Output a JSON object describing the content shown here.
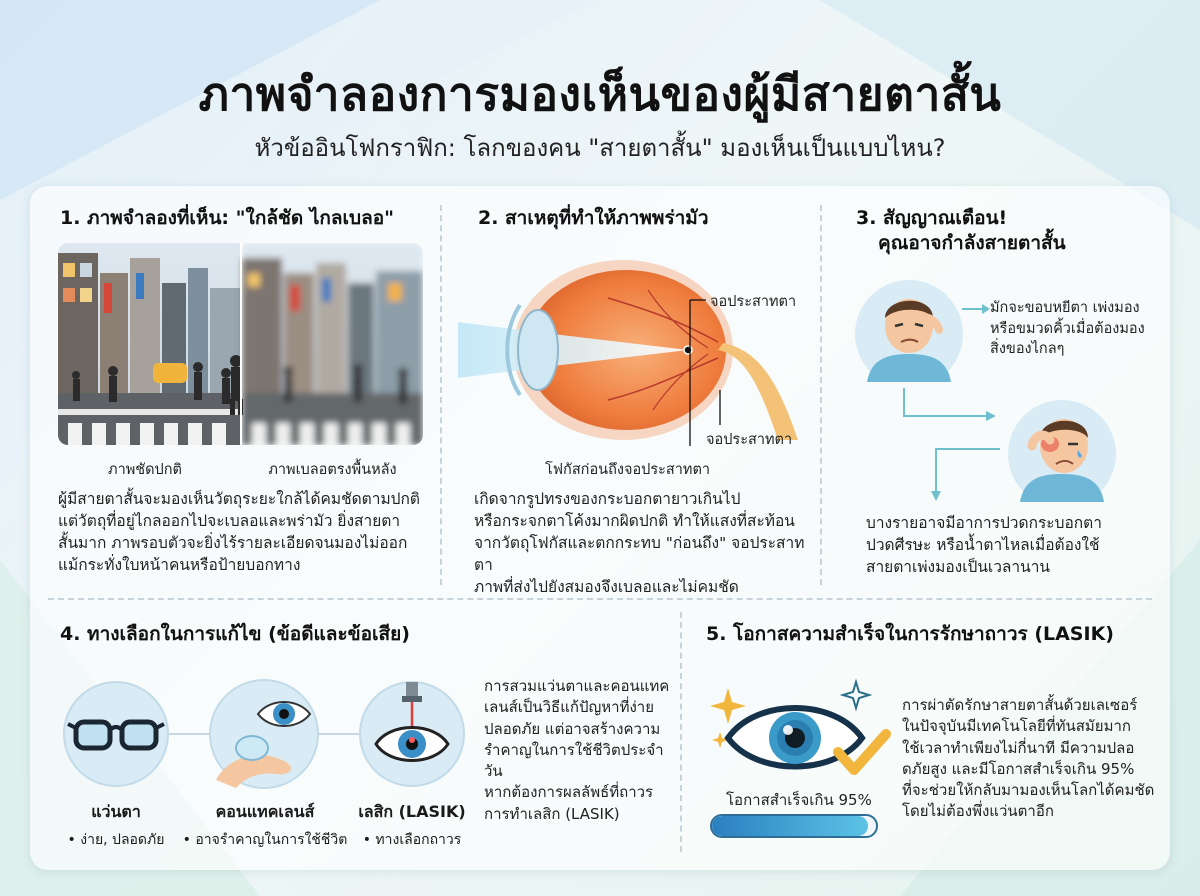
{
  "header": {
    "title": "ภาพจำลองการมองเห็นของผู้มีสายตาสั้น",
    "subtitle": "หัวข้ออินโฟกราฟิก: โลกของคน \"สายตาสั้น\" มองเห็นเป็นแบบไหน?"
  },
  "section1": {
    "title": "1. ภาพจำลองที่เห็น: \"ใกล้ชัด ไกลเบลอ\"",
    "caption_left": "ภาพชัดปกติ",
    "caption_right": "ภาพเบลอตรงพื้นหลัง",
    "body": [
      "ผู้มีสายตาสั้นจะมองเห็นวัตถุระยะใกล้ได้คมชัดตามปกติ",
      "แต่วัตถุที่อยู่ไกลออกไปจะเบลอและพร่ามัว ยิ่งสายตา",
      "สั้นมาก ภาพรอบตัวจะยิ่งไร้รายละเอียดจนมองไม่ออก",
      "แม้กระทั่งใบหน้าคนหรือป้ายบอกทาง"
    ]
  },
  "section2": {
    "title": "2. สาเหตุที่ทำให้ภาพพร่ามัว",
    "label_retina_top": "จอประสาทตา",
    "label_retina_bottom": "จอประสาทตา",
    "label_focus": "โฟกัสก่อนถึงจอประสาทตา",
    "body": [
      "เกิดจากรูปทรงของกระบอกตายาวเกินไป",
      "หรือกระจกตาโค้งมากผิดปกติ ทำให้แสงที่สะท้อน",
      "จากวัตถุโฟกัสและตกกระทบ \"ก่อนถึง\" จอประสาทตา",
      "ภาพที่ส่งไปยังสมองจึงเบลอและไม่คมชัด"
    ]
  },
  "section3": {
    "title_line1": "3. สัญญาณเตือน!",
    "title_line2": "คุณอาจกำลังสายตาสั้น",
    "sign1": [
      "มักจะขอบหยีตา เพ่งมอง",
      "หรือขมวดคิ้วเมื่อต้องมอง",
      "สิ่งของไกลๆ"
    ],
    "sign2": [
      "บางรายอาจมีอาการปวดกระบอกตา",
      "ปวดศีรษะ หรือน้ำตาไหลเมื่อต้องใช้",
      "สายตาเพ่งมองเป็นเวลานาน"
    ]
  },
  "section4": {
    "title": "4. ทางเลือกในการแก้ไข (ข้อดีและข้อเสีย)",
    "options": [
      {
        "name": "แว่นตา",
        "note": "ง่าย, ปลอดภัย"
      },
      {
        "name": "คอนแทคเลนส์",
        "note": "อาจรำคาญในการใช้ชีวิต"
      },
      {
        "name": "เลสิก (LASIK)",
        "note": "ทางเลือกถาวร"
      }
    ],
    "body": [
      "การสวมแว่นตาและคอนแทค",
      "เลนส์เป็นวิธีแก้ปัญหาที่ง่าย",
      "ปลอดภัย แต่อาจสร้างความ",
      "รำคาญในการใช้ชีวิตประจำวัน",
      "หากต้องการผลลัพธ์ที่ถาวร",
      "การทำเลสิก (LASIK)"
    ]
  },
  "section5": {
    "title": "5. โอกาสความสำเร็จในการรักษาถาวร (LASIK)",
    "success_label": "โอกาสสำเร็จเกิน 95%",
    "success_rate": 0.95,
    "body": [
      "การผ่าตัดรักษาสายตาสั้นด้วยเลเซอร์",
      "ในปัจจุบันมีเทคโนโลยีที่ทันสมัยมาก",
      "ใช้เวลาทำเพียงไม่กี่นาที มีความปลอ",
      "ดภัยสูง และมีโอกาสสำเร็จเกิน 95%",
      "ที่จะช่วยให้กลับมามองเห็นโลกได้คมชัด",
      "โดยไม่ต้องพึ่งแว่นตาอีก"
    ]
  },
  "colors": {
    "accent": "#2e7fb8",
    "circle_bg": "#d9ecf6",
    "skin": "#f4c7a1",
    "shirt": "#6fb7d6",
    "eye_orange": "#f08a3c",
    "check": "#f2b63c"
  },
  "icons": {
    "glasses": "glasses-icon",
    "contact_lens": "contact-lens-icon",
    "lasik": "lasik-eye-icon",
    "sparkle": "sparkle-icon",
    "check": "checkmark-icon"
  }
}
